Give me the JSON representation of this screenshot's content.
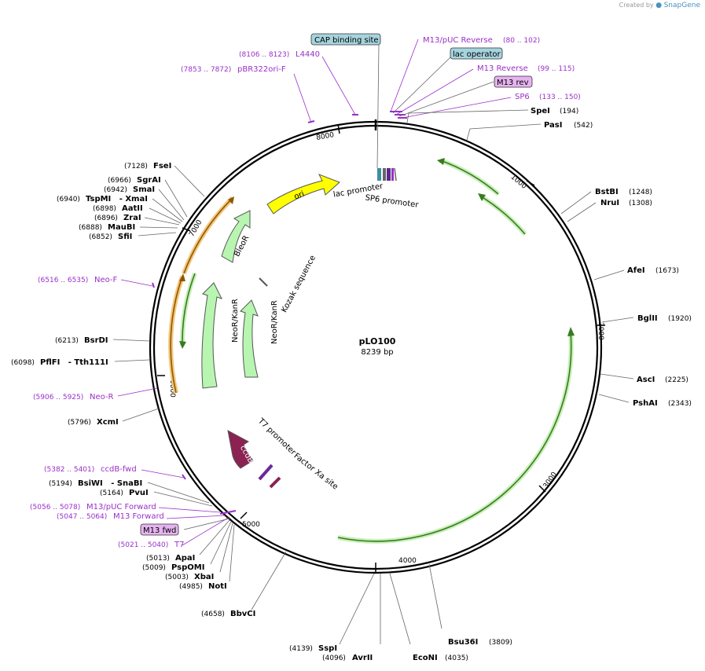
{
  "credit": {
    "prefix": "Created by",
    "brand": "SnapGene"
  },
  "plasmid": {
    "name": "pLO100",
    "length_label": "8239 bp",
    "length": 8239
  },
  "colors": {
    "primer": "#9a2fc9",
    "orf": "#b8f5b1",
    "orf_stroke": "#3a8a2e",
    "ori": "#ffff00",
    "ccdb": "#8b2252",
    "box_cyan": "#a6d4de",
    "box_purple": "#e6b3f0",
    "orange_arc": "#f5c57a"
  },
  "ticks": [
    "1000",
    "2000",
    "3000",
    "4000",
    "5000",
    "6000",
    "7000",
    "8000"
  ],
  "enzymes": [
    {
      "name": "SpeI",
      "pos": "(194)"
    },
    {
      "name": "PasI",
      "pos": "(542)"
    },
    {
      "name": "BstBI",
      "pos": "(1248)"
    },
    {
      "name": "NruI",
      "pos": "(1308)"
    },
    {
      "name": "AfeI",
      "pos": "(1673)"
    },
    {
      "name": "BglII",
      "pos": "(1920)"
    },
    {
      "name": "AscI",
      "pos": "(2225)"
    },
    {
      "name": "PshAI",
      "pos": "(2343)"
    },
    {
      "name": "Bsu36I",
      "pos": "(3809)"
    },
    {
      "name": "EcoNI",
      "pos": "(4035)"
    },
    {
      "name": "AvrII",
      "pos": "(4096)"
    },
    {
      "name": "SspI",
      "pos": "(4139)"
    },
    {
      "name": "BbvCI",
      "pos": "(4658)"
    },
    {
      "name": "NotI",
      "pos": "(4985)"
    },
    {
      "name": "XbaI",
      "pos": "(5003)"
    },
    {
      "name": "PspOMI",
      "pos": "(5009)"
    },
    {
      "name": "ApaI",
      "pos": "(5013)"
    },
    {
      "name": "PvuI",
      "pos": "(5164)"
    },
    {
      "name": "BsiWI   - SnaBI",
      "pos": "(5194)"
    },
    {
      "name": "XcmI",
      "pos": "(5796)"
    },
    {
      "name": "PflFI   - Tth111I",
      "pos": "(6098)"
    },
    {
      "name": "BsrDI",
      "pos": "(6213)"
    },
    {
      "name": "SfiI",
      "pos": "(6852)"
    },
    {
      "name": "MauBI",
      "pos": "(6888)"
    },
    {
      "name": "ZraI",
      "pos": "(6896)"
    },
    {
      "name": "AatII",
      "pos": "(6898)"
    },
    {
      "name": "TspMI   - XmaI",
      "pos": "(6940)"
    },
    {
      "name": "SmaI",
      "pos": "(6942)"
    },
    {
      "name": "SgrAI",
      "pos": "(6966)"
    },
    {
      "name": "FseI",
      "pos": "(7128)"
    }
  ],
  "primers": [
    {
      "name": "M13/pUC Reverse",
      "pos": "(80 .. 102)"
    },
    {
      "name": "M13 Reverse",
      "pos": "(99 .. 115)"
    },
    {
      "name": "SP6",
      "pos": "(133 .. 150)"
    },
    {
      "name": "L4440",
      "pos": "(8106 .. 8123)"
    },
    {
      "name": "pBR322ori-F",
      "pos": "(7853 .. 7872)"
    },
    {
      "name": "Neo-F",
      "pos": "(6516 .. 6535)"
    },
    {
      "name": "Neo-R",
      "pos": "(5906 .. 5925)"
    },
    {
      "name": "ccdB-fwd",
      "pos": "(5382 .. 5401)"
    },
    {
      "name": "M13/pUC Forward",
      "pos": "(5056 .. 5078)"
    },
    {
      "name": "M13 Forward",
      "pos": "(5047 .. 5064)"
    },
    {
      "name": "T7",
      "pos": "(5021 .. 5040)"
    }
  ],
  "boxes": {
    "cap": "CAP binding site",
    "lac_operator": "lac operator",
    "m13_rev": "M13 rev",
    "m13_fwd": "M13 fwd"
  },
  "features": {
    "ori": "ori",
    "bleor": "BleoR",
    "neokan1": "NeoR/KanR",
    "neokan2": "NeoR/KanR",
    "ccdb": "ccdB",
    "lac_promoter": "lac promoter",
    "sp6_promoter": "SP6 promoter",
    "kozak": "Kozak sequence",
    "t7_promoter": "T7 promoter",
    "factor_xa": "Factor Xa site"
  }
}
